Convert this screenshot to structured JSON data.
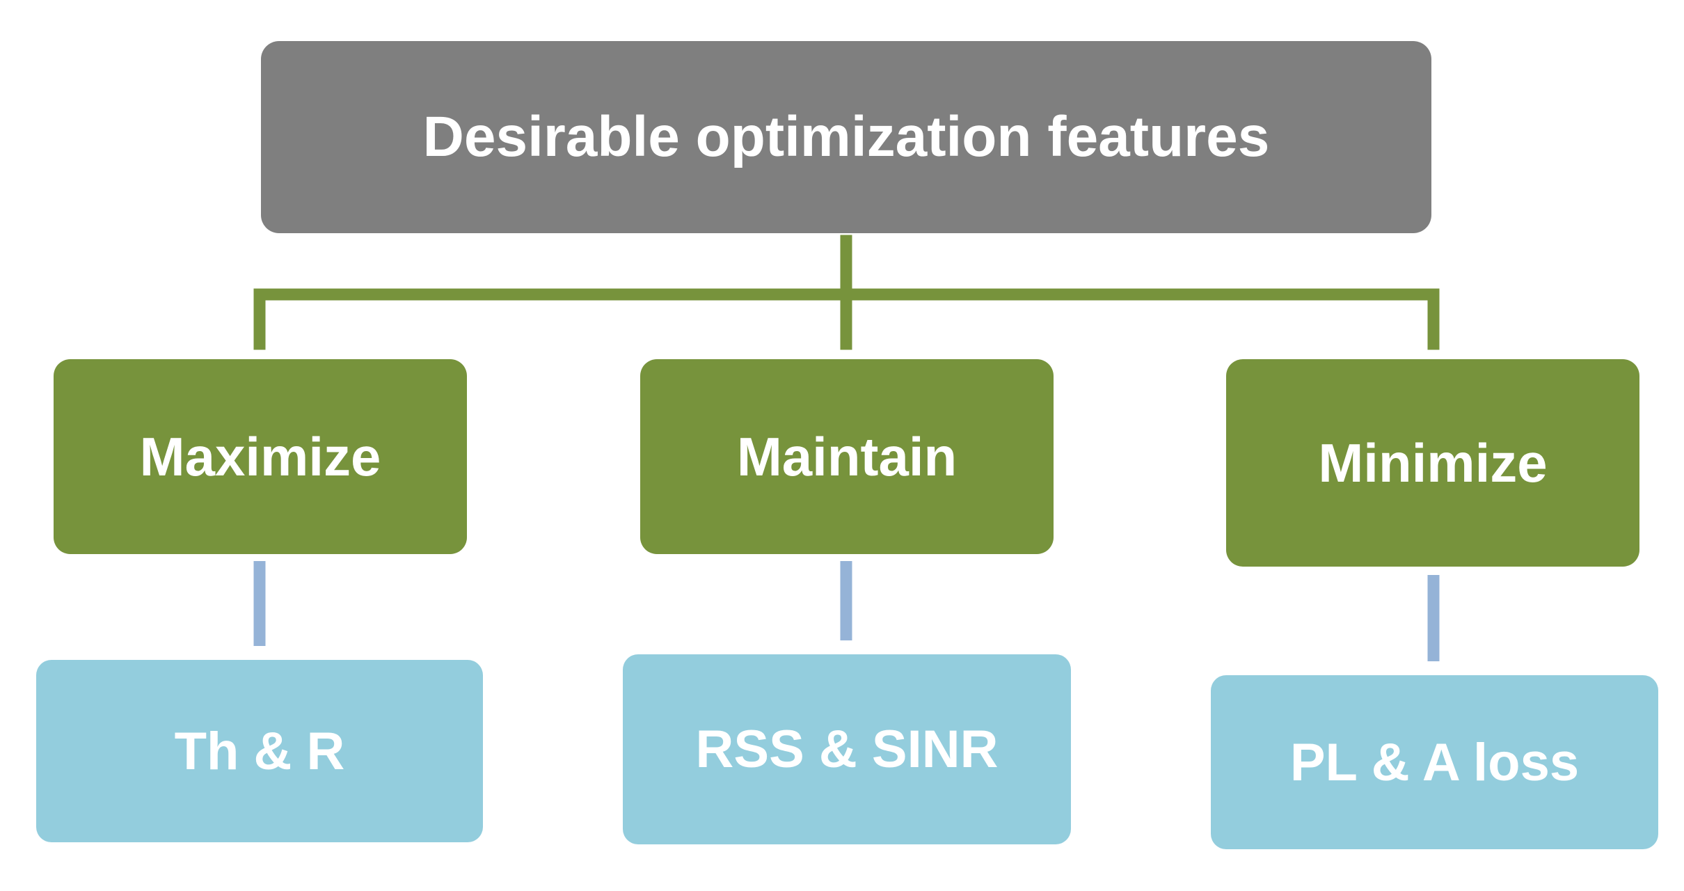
{
  "diagram": {
    "root": {
      "label": "Desirable optimization features"
    },
    "categories": [
      {
        "label": "Maximize",
        "child": "Th & R"
      },
      {
        "label": "Maintain",
        "child": "RSS & SINR"
      },
      {
        "label": "Minimize",
        "child": "PL & A loss"
      }
    ],
    "colors": {
      "root_fill": "#7f7f7f",
      "category_fill": "#77933c",
      "leaf_fill": "#93cddd",
      "root_connector": "#77933c",
      "leaf_connector": "#95b3d7",
      "text": "#ffffff"
    }
  }
}
